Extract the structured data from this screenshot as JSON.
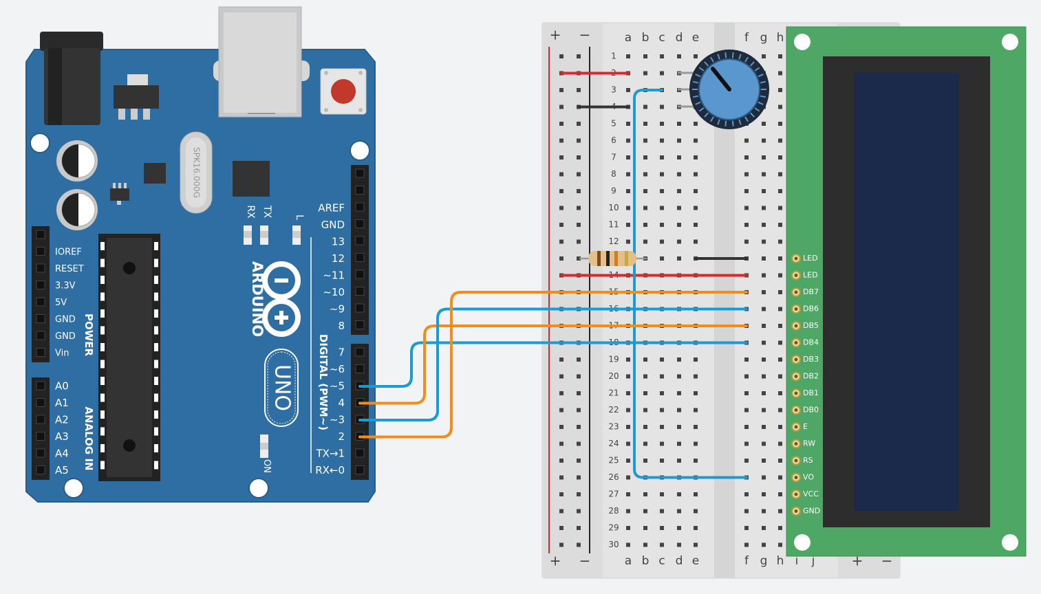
{
  "arduino": {
    "brand": "ARDUINO",
    "model": "UNO",
    "crystal": "SPK16.000G",
    "rx": "RX",
    "tx": "TX",
    "l": "L",
    "on": "ON",
    "power_title": "POWER",
    "analog_title": "ANALOG IN",
    "digital_title": "DIGITAL (PWM~)",
    "power_pins": [
      "IOREF",
      "RESET",
      "3.3V",
      "5V",
      "GND",
      "GND",
      "Vin"
    ],
    "analog_pins": [
      "A0",
      "A1",
      "A2",
      "A3",
      "A4",
      "A5"
    ],
    "digital_top": [
      "AREF",
      "GND",
      "13",
      "12",
      "~11",
      "~10",
      "~9",
      "8"
    ],
    "digital_bottom": [
      "7",
      "~6",
      "~5",
      "4",
      "~3",
      "2",
      "TX→1",
      "RX←0"
    ],
    "board_color": "#2f6ea3"
  },
  "breadboard": {
    "plus": "+",
    "minus": "−",
    "cols_left": [
      "a",
      "b",
      "c",
      "d",
      "e"
    ],
    "cols_right": [
      "f",
      "g",
      "h",
      "i",
      "j"
    ],
    "rows": [
      "1",
      "2",
      "3",
      "4",
      "5",
      "6",
      "7",
      "8",
      "9",
      "10",
      "11",
      "12",
      "13",
      "14",
      "15",
      "16",
      "17",
      "18",
      "19",
      "20",
      "21",
      "22",
      "23",
      "24",
      "25",
      "26",
      "27",
      "28",
      "29",
      "30"
    ]
  },
  "lcd": {
    "pins": [
      "LED",
      "LED",
      "DB7",
      "DB6",
      "DB5",
      "DB4",
      "DB3",
      "DB2",
      "DB1",
      "DB0",
      "E",
      "RW",
      "RS",
      "VO",
      "VCC",
      "GND"
    ],
    "pcb_color": "#4ea765",
    "screen_color": "#1b2a4b"
  },
  "wires": {
    "orange": "#f28c1b",
    "blue": "#1b9bd3",
    "red": "#e0262b",
    "black": "#333333"
  }
}
